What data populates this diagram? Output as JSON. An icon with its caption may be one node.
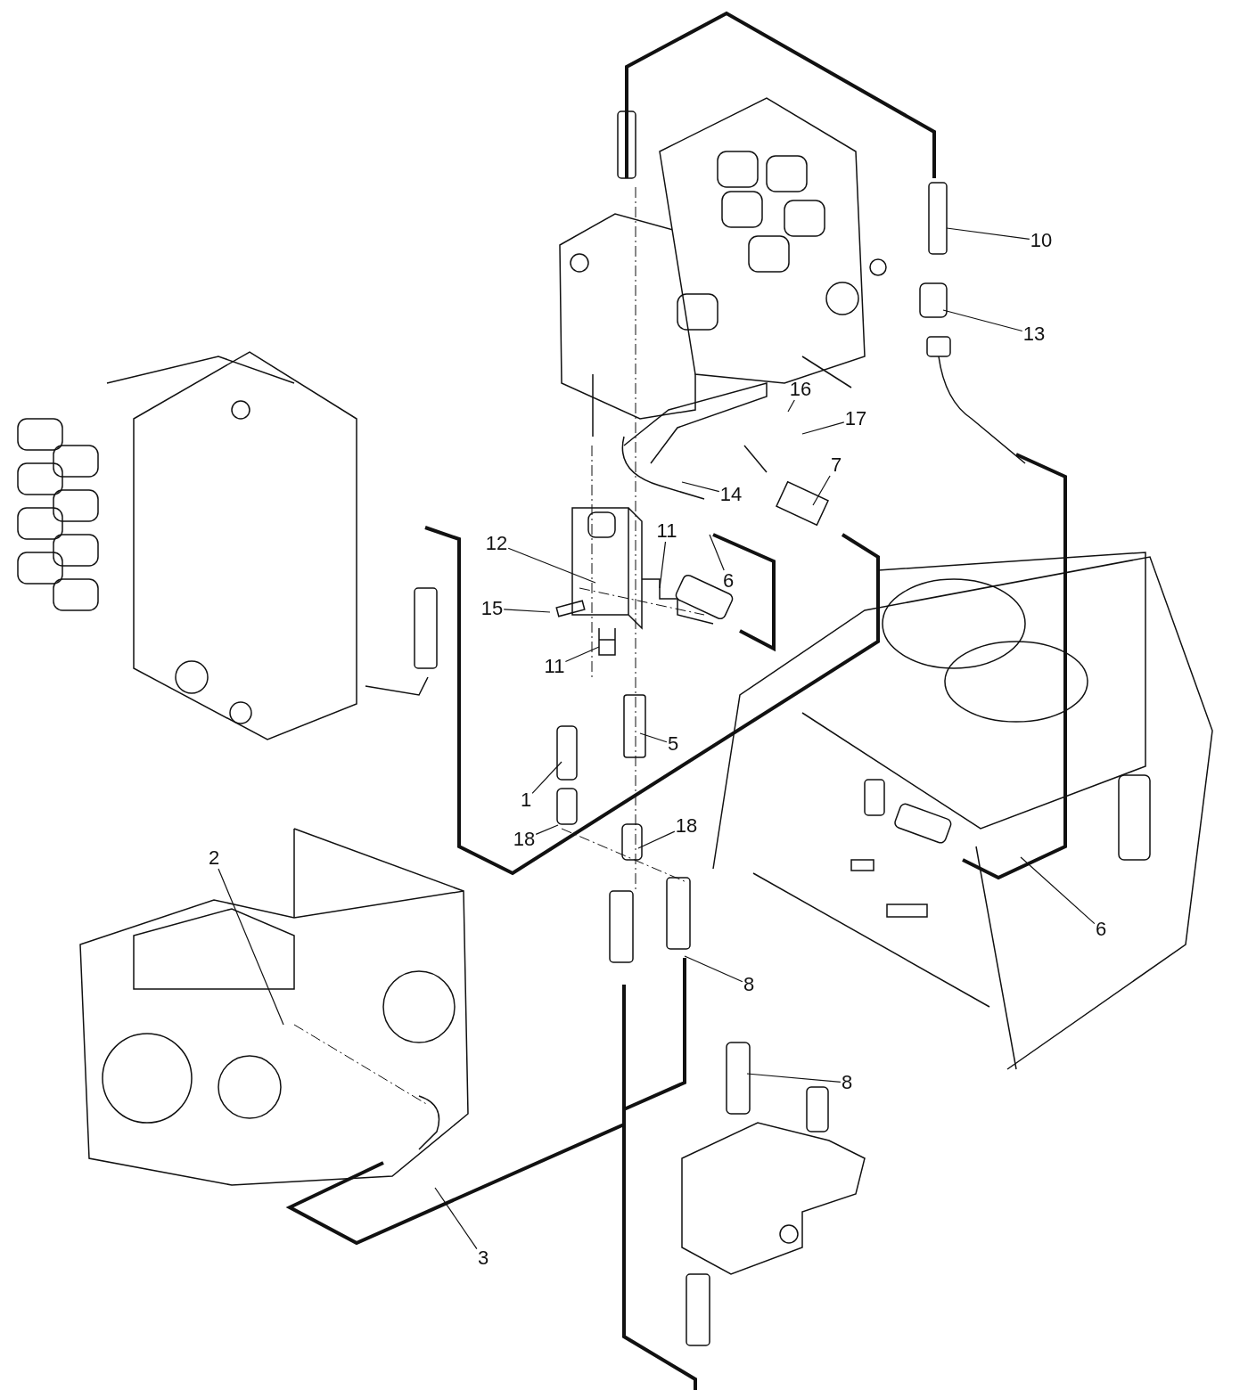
{
  "diagram": {
    "nodes": [
      {
        "text": [
          "10"
        ]
      },
      {
        "text": [
          "13"
        ]
      },
      {
        "text": [
          "16"
        ]
      },
      {
        "text": [
          "17"
        ]
      },
      {
        "text": [
          "7"
        ]
      },
      {
        "text": [
          "14"
        ]
      },
      {
        "text": [
          "12"
        ]
      },
      {
        "text": [
          "11"
        ]
      },
      {
        "text": [
          "6"
        ]
      },
      {
        "text": [
          "15"
        ]
      },
      {
        "text": [
          "11"
        ]
      },
      {
        "text": [
          "5"
        ]
      },
      {
        "text": [
          "1"
        ]
      },
      {
        "text": [
          "18"
        ]
      },
      {
        "text": [
          "18"
        ]
      },
      {
        "text": [
          "2"
        ]
      },
      {
        "text": [
          "6"
        ]
      },
      {
        "text": [
          "8"
        ]
      },
      {
        "text": [
          "8"
        ]
      },
      {
        "text": [
          "3"
        ]
      }
    ],
    "edges": [
      {
        "from": 0,
        "to": null,
        "arrow": "none"
      },
      {
        "from": 1,
        "to": null,
        "arrow": "none"
      },
      {
        "from": 2,
        "to": null,
        "arrow": "none"
      },
      {
        "from": 3,
        "to": null,
        "arrow": "none"
      },
      {
        "from": 4,
        "to": null,
        "arrow": "none"
      },
      {
        "from": 5,
        "to": null,
        "arrow": "none"
      },
      {
        "from": 6,
        "to": null,
        "arrow": "none"
      },
      {
        "from": 7,
        "to": null,
        "arrow": "none"
      },
      {
        "from": 8,
        "to": null,
        "arrow": "none"
      },
      {
        "from": 9,
        "to": null,
        "arrow": "none"
      },
      {
        "from": 10,
        "to": null,
        "arrow": "none"
      },
      {
        "from": 11,
        "to": null,
        "arrow": "none"
      },
      {
        "from": 12,
        "to": null,
        "arrow": "none"
      },
      {
        "from": 13,
        "to": null,
        "arrow": "none"
      },
      {
        "from": 14,
        "to": null,
        "arrow": "none"
      },
      {
        "from": 15,
        "to": null,
        "arrow": "none"
      },
      {
        "from": 16,
        "to": null,
        "arrow": "none"
      },
      {
        "from": 17,
        "to": null,
        "arrow": "none"
      },
      {
        "from": 18,
        "to": null,
        "arrow": "none"
      },
      {
        "from": 19,
        "to": null,
        "arrow": "none"
      }
    ]
  }
}
